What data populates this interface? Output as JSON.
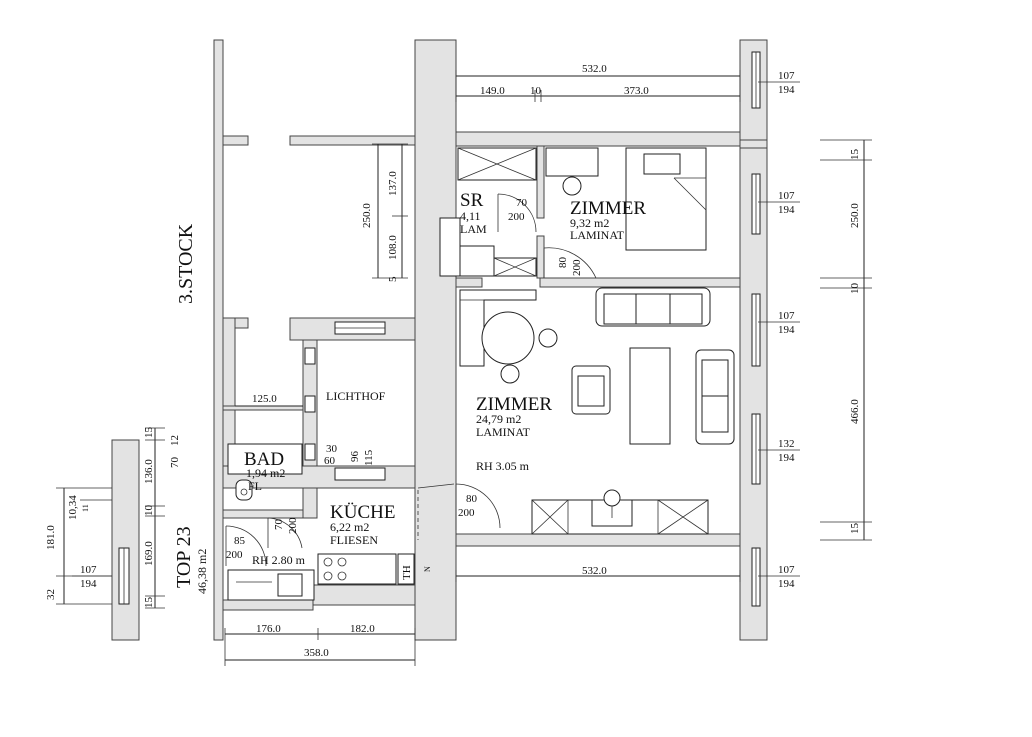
{
  "floor_label": "3.STOCK",
  "unit": {
    "name": "TOP 23",
    "area": "46,38 m2"
  },
  "rooms": {
    "sr": {
      "name": "SR",
      "area": "4,11",
      "floor": "LAM"
    },
    "zimmer_small": {
      "name": "ZIMMER",
      "area": "9,32 m2",
      "floor": "LAMINAT"
    },
    "zimmer_large": {
      "name": "ZIMMER",
      "area": "24,79 m2",
      "floor": "LAMINAT",
      "height": "RH 3.05 m"
    },
    "lichthof": {
      "name": "LICHTHOF"
    },
    "bad": {
      "name": "BAD",
      "area": "1,94 m2",
      "floor": "FL"
    },
    "kueche": {
      "name": "KÜCHE",
      "area": "6,22 m2",
      "floor": "FLIESEN",
      "height": "RH 2.80 m"
    }
  },
  "appliance_label": "TH",
  "north_label": "N",
  "dims": {
    "top_total": "532.0",
    "top_a": "149.0",
    "top_b": "10",
    "top_c": "373.0",
    "bottom_total": "532.0",
    "bottom_a": "176.0",
    "bottom_b": "182.0",
    "bottom_total_left": "358.0",
    "right_15a": "15",
    "right_250": "250.0",
    "right_10": "10",
    "right_466": "466.0",
    "right_15b": "15",
    "win1_a": "107",
    "win1_b": "194",
    "win2_a": "107",
    "win2_b": "194",
    "win3_a": "107",
    "win3_b": "194",
    "win4_a": "132",
    "win4_b": "194",
    "win5_a": "107",
    "win5_b": "194",
    "win_left_a": "107",
    "win_left_b": "194",
    "inner_250": "250.0",
    "inner_137": "137.0",
    "inner_108": "108.0",
    "inner_5": "5",
    "lichthof_125": "125.0",
    "door_sr_a": "70",
    "door_sr_b": "200",
    "door_z1_a": "80",
    "door_z1_b": "200",
    "door_z2_a": "80",
    "door_z2_b": "200",
    "door_bad_a": "70",
    "door_bad_b": "200",
    "door_k_a": "85",
    "door_k_b": "200",
    "win_lh_a": "30",
    "win_lh_b": "60",
    "win_lh2_a": "96",
    "win_lh2_b": "115",
    "left_15": "15",
    "left_12": "12",
    "left_70": "70",
    "left_136": "136.0",
    "left_10": "10",
    "left_169": "169.0",
    "left_15b": "15",
    "left_181": "181.0",
    "left_10_34": "10,34",
    "left_11": "11",
    "left_32": "32"
  }
}
